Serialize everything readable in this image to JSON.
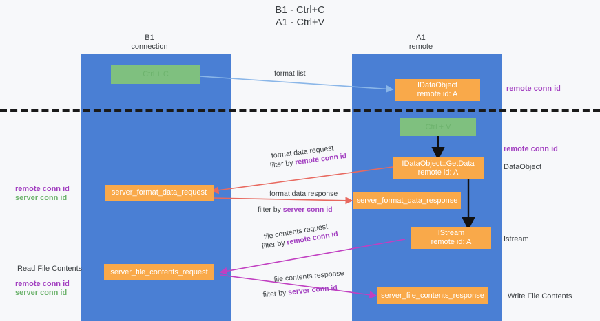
{
  "title": {
    "line1": "B1 - Ctrl+C",
    "line2": "A1 - Ctrl+V"
  },
  "columns": [
    {
      "name": "B1",
      "role": "connection"
    },
    {
      "name": "A1",
      "role": "remote"
    }
  ],
  "boxes": {
    "ctrl_c": "Ctrl + C",
    "ctrl_v": "Ctrl + V",
    "data_object_remote": "IDataObject\nremote id: A",
    "data_object_remote_line1": "IDataObject",
    "data_object_remote_line2": "remote id: A",
    "get_data_line1": "IDataObject::GetData",
    "get_data_line2": "remote id: A",
    "istream_line1": "IStream",
    "istream_line2": "remote id: A",
    "server_format_data_request": "server_format_data_request",
    "server_format_data_response": "server_format_data_response",
    "server_file_contents_request": "server_file_contents_request",
    "server_file_contents_response": "server_file_contents_response"
  },
  "arrow_labels": {
    "format_list": "format list",
    "format_data_request": "format data request",
    "format_data_request_filter_prefix": "filter by ",
    "format_data_request_filter_key": "remote conn id",
    "format_data_response": "format data response",
    "format_data_response_filter_prefix": "filter by ",
    "format_data_response_filter_key": "server conn id",
    "file_contents_request": "file contents request",
    "file_contents_request_filter_prefix": "filter by ",
    "file_contents_request_filter_key": "remote conn id",
    "file_contents_response": "file contents response",
    "file_contents_response_filter_prefix": "filter by ",
    "file_contents_response_filter_key": "server conn id"
  },
  "side_labels": {
    "right_remote_conn_id_top": "remote conn id",
    "right_remote_conn_id_mid": "remote conn id",
    "right_data_object": "DataObject",
    "right_istream": "Istream",
    "right_write_file_contents": "Write File Contents",
    "left_remote_conn_id_mid": "remote conn id",
    "left_server_conn_id_mid": "server conn id",
    "left_read_file_contents": "Read File Contents",
    "left_remote_conn_id_bot": "remote conn id",
    "left_server_conn_id_bot": "server conn id"
  },
  "colors": {
    "lane": "#4a7fd4",
    "green_box": "#7fc07f",
    "orange_box": "#f9a94a",
    "purple_text": "#a23fc0",
    "green_text": "#6db36d",
    "arrow_blue": "#8ab6e8",
    "arrow_red": "#e8695f",
    "arrow_magenta": "#c13fc1",
    "arrow_black": "#111111",
    "divider": "#1a1a1a",
    "background": "#f7f8fa"
  }
}
